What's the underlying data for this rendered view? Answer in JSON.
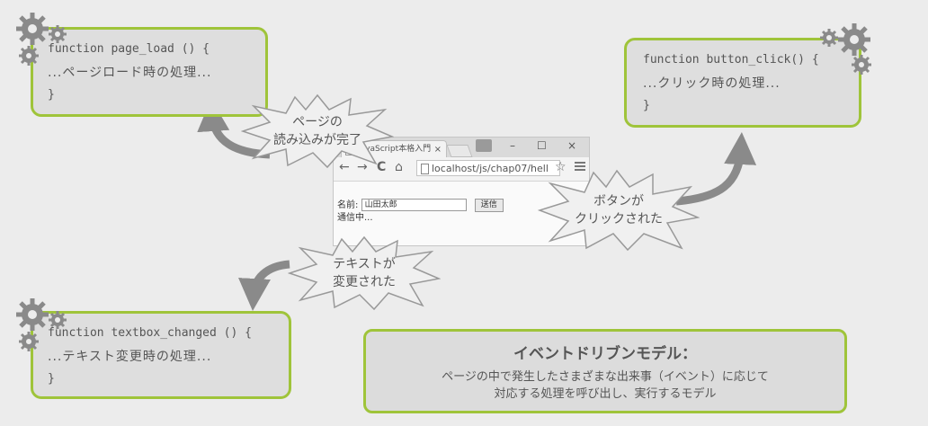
{
  "colors": {
    "accent": "#9fc43a",
    "arrow": "#8a8a8a",
    "gear": "#8a8a8a",
    "box": "#dedede"
  },
  "handlers": [
    {
      "line1": "function page_load () {",
      "line2": "...ページロード時の処理...",
      "line3": "}"
    },
    {
      "line1": "function button_click() {",
      "line2": "...クリック時の処理...",
      "line3": "}"
    },
    {
      "line1": "function textbox_changed () {",
      "line2": "...テキスト変更時の処理...",
      "line3": "}"
    }
  ],
  "events": [
    {
      "line1": "ページの",
      "line2": "読み込みが完了"
    },
    {
      "line1": "ボタンが",
      "line2": "クリックされた"
    },
    {
      "line1": "テキストが",
      "line2": "変更された"
    }
  ],
  "browser": {
    "tab_title": "JavaScript本格入門",
    "tab_close": "×",
    "url": "localhost/js/chap07/hell",
    "window_controls": {
      "minimize": "–",
      "maximize": "☐",
      "close": "×"
    },
    "nav": {
      "back": "←",
      "forward": "→",
      "reload": "C",
      "home": "⌂",
      "bookmark": "☆"
    },
    "form": {
      "name_label": "名前:",
      "name_value": "山田太郎",
      "submit_label": "送信",
      "status": "通信中..."
    }
  },
  "model": {
    "title": "イベントドリブンモデル：",
    "desc1": "ページの中で発生したさまざまな出来事（イベント）に応じて",
    "desc2": "対応する処理を呼び出し、実行するモデル"
  },
  "icons": [
    "gear-icon",
    "arrow-icon",
    "burst-shape"
  ]
}
